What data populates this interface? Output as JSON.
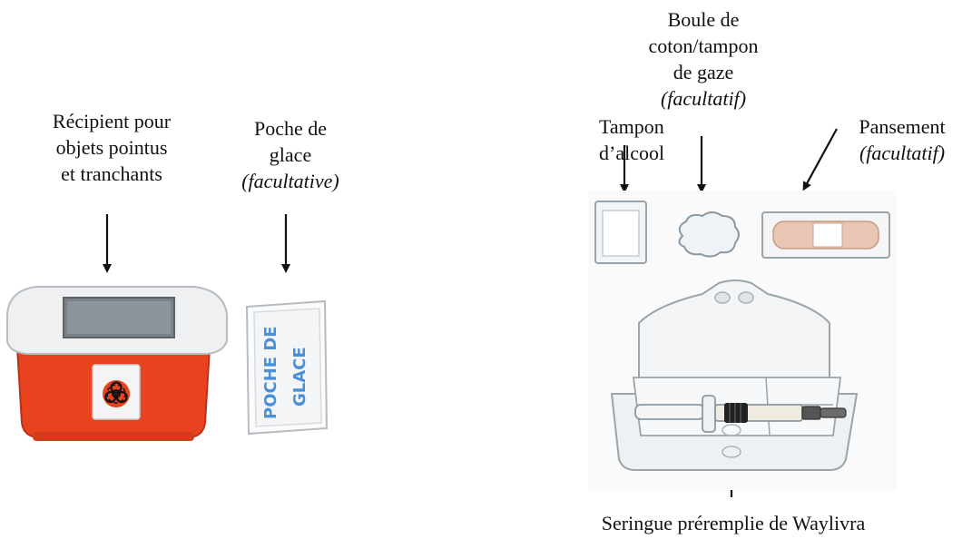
{
  "labels": {
    "sharps_container": {
      "lines": [
        "Récipient pour",
        "objets pointus",
        "et tranchants"
      ]
    },
    "ice_pack": {
      "lines": [
        "Poche de",
        "glace",
        "(facultative)"
      ]
    },
    "alcohol_swab": {
      "lines": [
        "Tampon",
        "d’alcool"
      ]
    },
    "cotton_ball": {
      "lines": [
        "Boule de",
        "coton/tampon",
        "de gaze",
        "(facultatif)"
      ]
    },
    "bandage": {
      "lines": [
        "Pansement",
        "(facultatif)"
      ]
    },
    "syringe": {
      "text": "Seringue préremplie de Waylivra"
    }
  },
  "ice_pack_print": {
    "line1": "POCHE DE",
    "line2": "GLACE"
  },
  "colors": {
    "container_red": "#e8421e",
    "container_lid": "#e9ecee",
    "biohazard": "#e8421e",
    "ice_pack_text": "#4a90d9",
    "bandage_pad": "#e7c7b3",
    "tray": "#eef1f3",
    "outline": "#9aa4ab"
  },
  "icons": [
    "biohazard-icon",
    "arrow-down-icon",
    "syringe-icon",
    "bandage-icon",
    "cotton-ball-icon",
    "alcohol-swab-icon",
    "ice-pack-icon",
    "sharps-container-icon"
  ]
}
